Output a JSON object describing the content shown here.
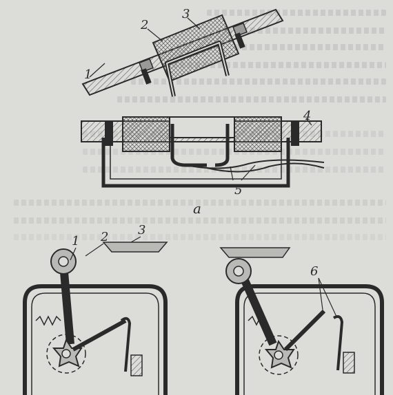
{
  "figure": {
    "part_a": {
      "labels": [
        "1",
        "2",
        "3",
        "4",
        "5"
      ],
      "caption": "a"
    },
    "part_b": {
      "left_labels": [
        "1",
        "2",
        "3"
      ],
      "right_labels": [
        "6"
      ]
    }
  },
  "colors": {
    "ink": "#2a2a2a",
    "paper": "#dcdcd9",
    "hatch": "#5a5a5a",
    "gray_fill": "#b9b9b6"
  }
}
